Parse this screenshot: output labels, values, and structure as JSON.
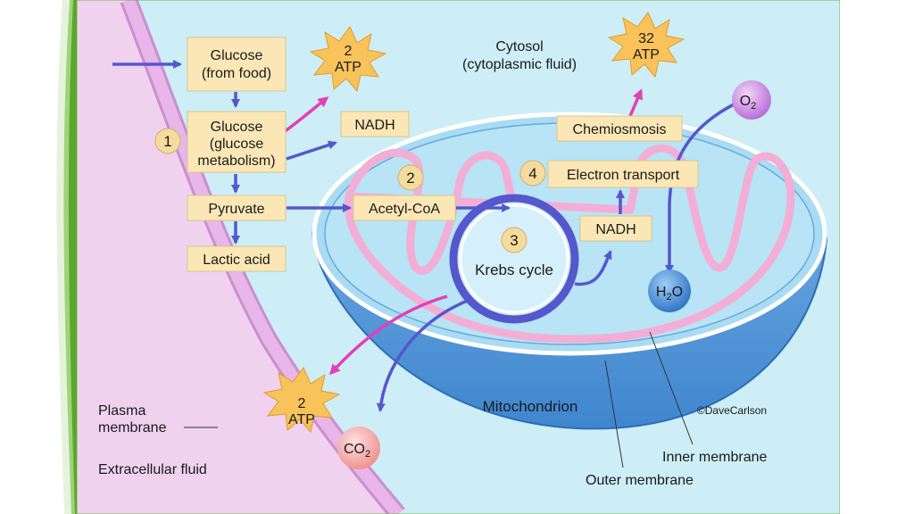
{
  "labels": {
    "cytosol": "Cytosol",
    "cytosol_sub": "(cytoplasmic fluid)",
    "mitochondrion": "Mitochondrion",
    "plasma_membrane_1": "Plasma",
    "plasma_membrane_2": "membrane",
    "extracellular": "Extracellular fluid",
    "inner_membrane": "Inner membrane",
    "outer_membrane": "Outer membrane",
    "credit": "©DaveCarlson",
    "krebs": "Krebs cycle"
  },
  "boxes": {
    "glucose_food_1": "Glucose",
    "glucose_food_2": "(from food)",
    "glucose_met_1": "Glucose",
    "glucose_met_2": "(glucose",
    "glucose_met_3": "metabolism)",
    "pyruvate": "Pyruvate",
    "lactic": "Lactic acid",
    "nadh_top": "NADH",
    "acetyl": "Acetyl-CoA",
    "nadh_mid": "NADH",
    "electron": "Electron transport",
    "chemiosmosis": "Chemiosmosis"
  },
  "steps": [
    "1",
    "2",
    "3",
    "4"
  ],
  "atp": {
    "top_num": "2",
    "top_lbl": "ATP",
    "right_num": "32",
    "right_lbl": "ATP",
    "bottom_num": "2",
    "bottom_lbl": "ATP"
  },
  "molecules": {
    "o2": "O",
    "o2_sub": "2",
    "h2o_a": "H",
    "h2o_sub": "2",
    "h2o_b": "O",
    "co2": "CO",
    "co2_sub": "2"
  },
  "colors": {
    "cytosol": "#cdeef6",
    "membrane": "#e8b6e8",
    "mito_outer": "#5a9ad6",
    "mito_inner": "#a9dcf2",
    "cristae": "#f3aed6",
    "arrow_blue": "#5557cc",
    "arrow_pink": "#e23fb8",
    "box_fill": "#fbe7b6",
    "atp_star": "#f7c35a",
    "frame_green": "#6dbb3c"
  }
}
